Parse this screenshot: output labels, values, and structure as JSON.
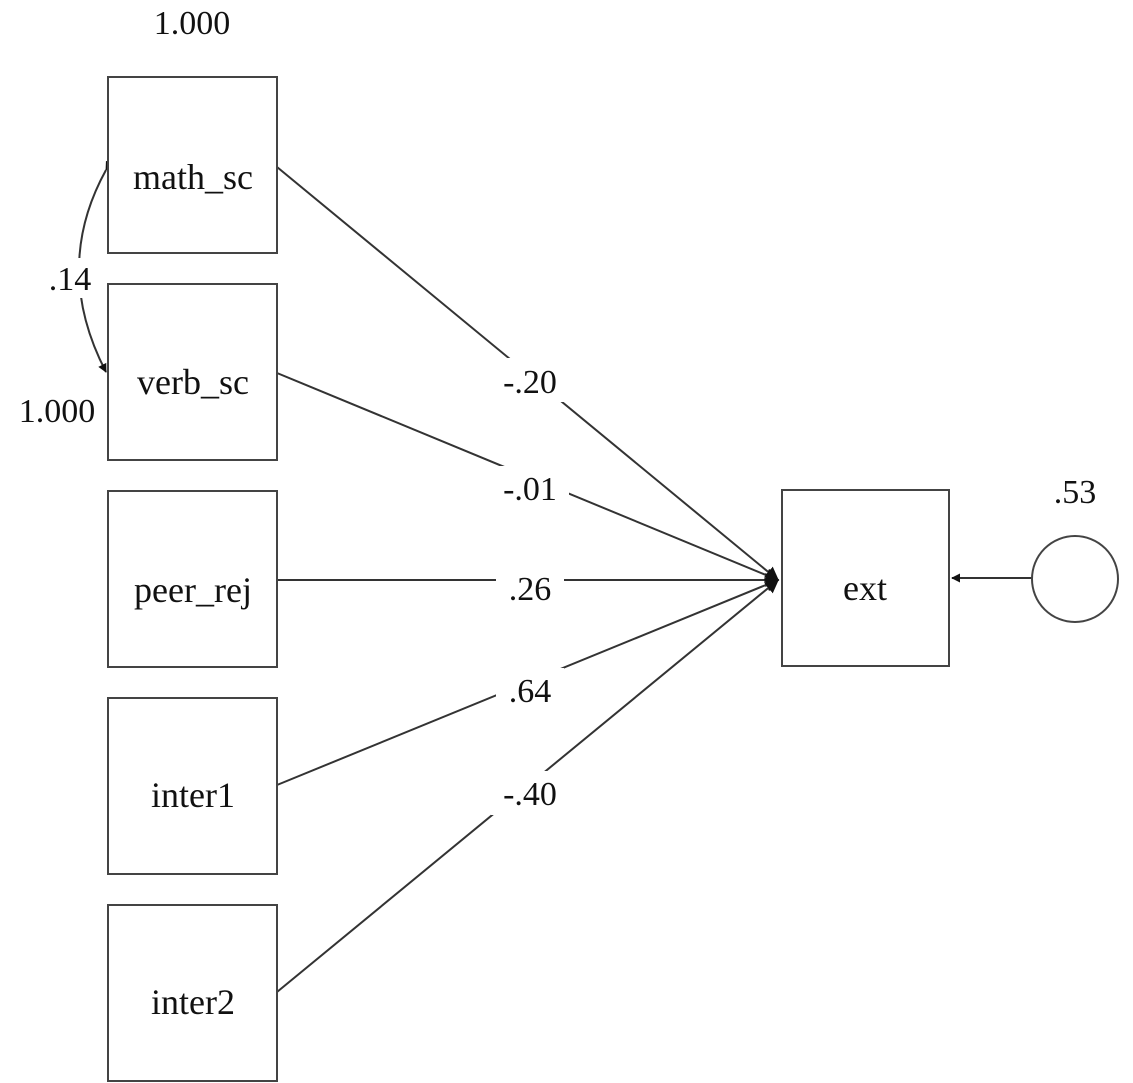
{
  "variances": {
    "math_sc": "1.000",
    "verb_sc": "1.000",
    "residual": ".53"
  },
  "covariance": ".14",
  "nodes": {
    "math_sc": "math_sc",
    "verb_sc": "verb_sc",
    "peer_rej": "peer_rej",
    "inter1": "inter1",
    "inter2": "inter2",
    "ext": "ext"
  },
  "paths": {
    "math_sc": "-.20",
    "verb_sc": "-.01",
    "peer_rej": ".26",
    "inter1": ".64",
    "inter2": "-.40"
  }
}
